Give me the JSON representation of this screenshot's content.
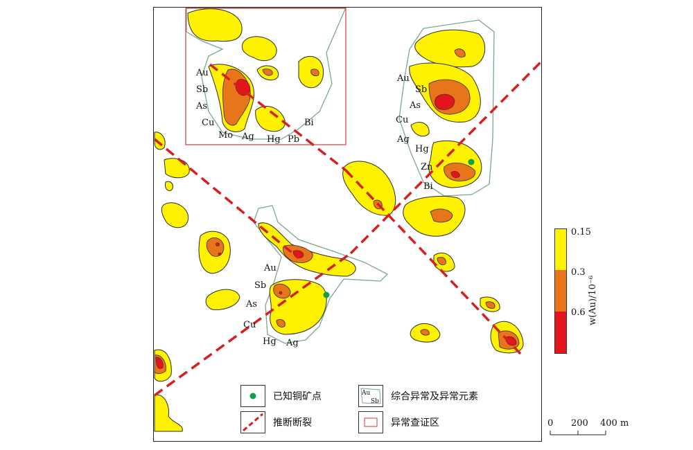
{
  "colors": {
    "low": "#fff200",
    "mid": "#e8751a",
    "high": "#e3141b",
    "outline": "#2a2a2a",
    "composite": "#7aa88c",
    "fault": "#d61f1f",
    "mine": "#12a04a",
    "verify": "#d63a3a"
  },
  "zone_labels": {
    "a": [
      "Au",
      "Sb",
      "As",
      "Cu",
      "Mo",
      "Ag",
      "Hg",
      "Pb",
      "Bi"
    ],
    "b": [
      "Au",
      "Sb",
      "As",
      "Cu",
      "Ag",
      "Hg",
      "Zn",
      "Bi"
    ],
    "c": [
      "Au",
      "Sb",
      "As",
      "Cu",
      "Hg",
      "Ag"
    ]
  },
  "legend": {
    "mine": "已知铜矿点",
    "composite": "综合异常及异常元素",
    "composite_icon_top": "Au",
    "composite_icon_bottom": "Sb",
    "fault": "推断断裂",
    "verify": "异常查证区"
  },
  "colorbar": {
    "title": "w(Au)/10⁻⁶",
    "levels": [
      "0.15",
      "0.3",
      "0.6"
    ]
  },
  "scale": {
    "ticks": [
      "0",
      "200",
      "400 m"
    ]
  }
}
